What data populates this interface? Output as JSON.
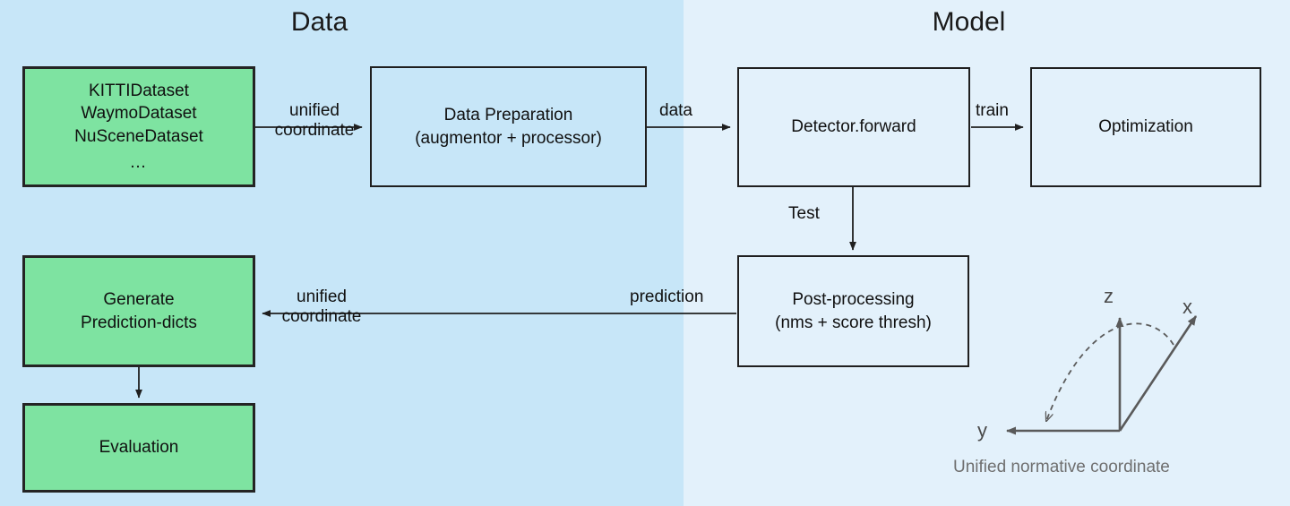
{
  "panels": {
    "data": {
      "title": "Data",
      "bg": "#c7e6f8"
    },
    "model": {
      "title": "Model",
      "bg": "#e3f1fb"
    }
  },
  "nodes": {
    "datasets": {
      "line1": "KITTIDataset",
      "line2": "WaymoDataset",
      "line3": "NuSceneDataset",
      "line4": "…",
      "fill": "#7ee3a1"
    },
    "data_preparation": {
      "line1": "Data Preparation",
      "line2": "(augmentor + processor)",
      "fill": "#c7e6f8"
    },
    "detector_forward": {
      "line1": "Detector.forward",
      "fill": "#e3f1fb"
    },
    "optimization": {
      "line1": "Optimization",
      "fill": "#e3f1fb"
    },
    "post_processing": {
      "line1": "Post-processing",
      "line2": "(nms + score thresh)",
      "fill": "#e3f1fb"
    },
    "generate_prediction_dicts": {
      "line1": "Generate",
      "line2": "Prediction-dicts",
      "fill": "#7ee3a1"
    },
    "evaluation": {
      "line1": "Evaluation",
      "fill": "#7ee3a1"
    }
  },
  "edges": {
    "datasets_to_prep": {
      "line1": "unified",
      "line2": "coordinate"
    },
    "prep_to_detector": {
      "label": "data"
    },
    "detector_to_optimization": {
      "label": "train"
    },
    "detector_to_post": {
      "label": "Test"
    },
    "post_to_generate_right": {
      "label": "prediction"
    },
    "post_to_generate_left": {
      "line1": "unified",
      "line2": "coordinate"
    }
  },
  "coordinate_frame": {
    "caption": "Unified normative coordinate",
    "axis_z": "z",
    "axis_x": "x",
    "axis_y": "y",
    "stroke": "#5a5a5a"
  }
}
